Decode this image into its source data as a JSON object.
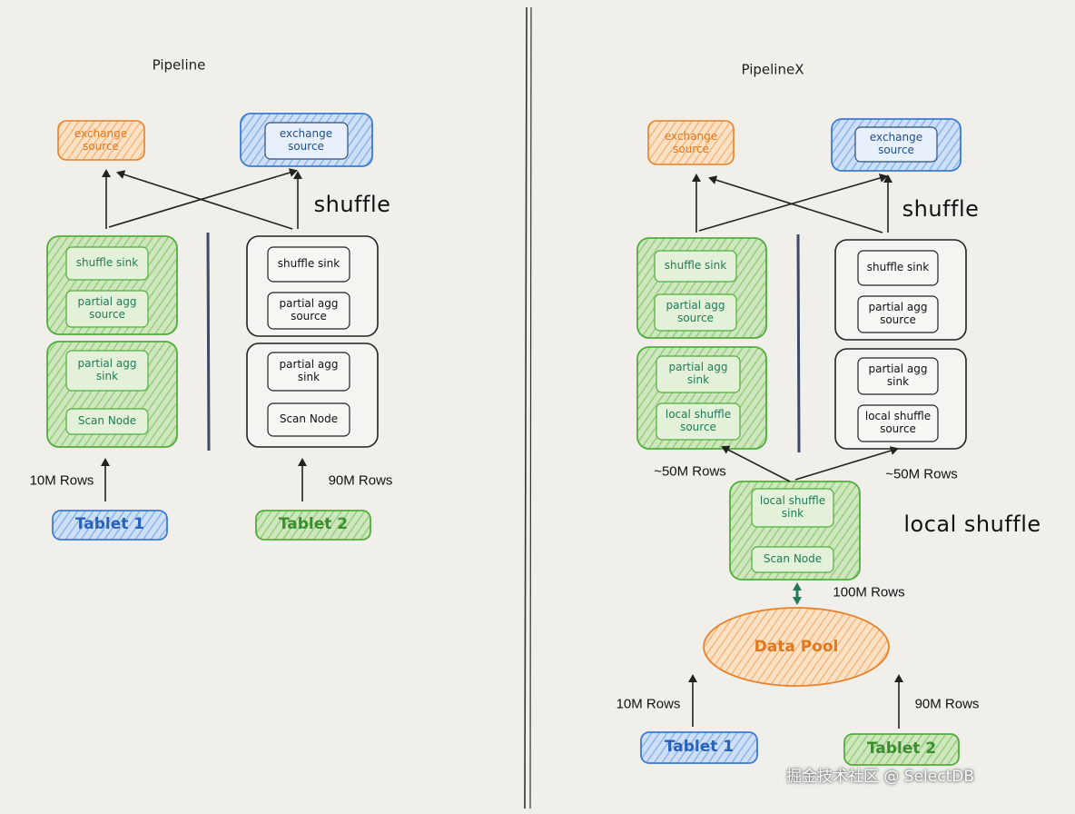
{
  "left": {
    "title": "Pipeline",
    "shuffle_label": "shuffle",
    "exchange_left": [
      "exchange",
      "source"
    ],
    "exchange_right": [
      "exchange",
      "source"
    ],
    "green_upper": {
      "a": "shuffle sink",
      "b": [
        "partial agg",
        "source"
      ]
    },
    "green_lower": {
      "a": [
        "partial agg",
        "sink"
      ],
      "b": "Scan Node"
    },
    "white_upper": {
      "a": "shuffle sink",
      "b": [
        "partial agg",
        "source"
      ]
    },
    "white_lower": {
      "a": [
        "partial agg",
        "sink"
      ],
      "b": "Scan Node"
    },
    "rows_left": "10M Rows",
    "rows_right": "90M Rows",
    "tablet1": "Tablet 1",
    "tablet2": "Tablet 2"
  },
  "right": {
    "title": "PipelineX",
    "shuffle_label": "shuffle",
    "local_shuffle_label": "local shuffle",
    "exchange_left": [
      "exchange",
      "source"
    ],
    "exchange_right": [
      "exchange",
      "source"
    ],
    "green_upper": {
      "a": "shuffle sink",
      "b": [
        "partial agg",
        "source"
      ]
    },
    "green_lower": {
      "a": [
        "partial agg",
        "sink"
      ],
      "b": [
        "local shuffle",
        "source"
      ]
    },
    "white_upper": {
      "a": "shuffle sink",
      "b": [
        "partial agg",
        "source"
      ]
    },
    "white_lower": {
      "a": [
        "partial agg",
        "sink"
      ],
      "b": [
        "local shuffle",
        "source"
      ]
    },
    "local_box": {
      "a": [
        "local shuffle",
        "sink"
      ],
      "b": "Scan Node"
    },
    "rows_left_mid": "~50M Rows",
    "rows_right_mid": "~50M Rows",
    "rows_pool": "100M Rows",
    "data_pool": "Data Pool",
    "rows_left": "10M Rows",
    "rows_right": "90M Rows",
    "tablet1": "Tablet 1",
    "tablet2": "Tablet 2"
  },
  "watermark": "掘金技术社区 @ SelectDB",
  "colors": {
    "orange": "#e8822a",
    "blue": "#3a7bd5",
    "green": "#4fae3c",
    "dark": "#222222",
    "teal": "#1f7a5a",
    "paper": "#f1efea"
  }
}
